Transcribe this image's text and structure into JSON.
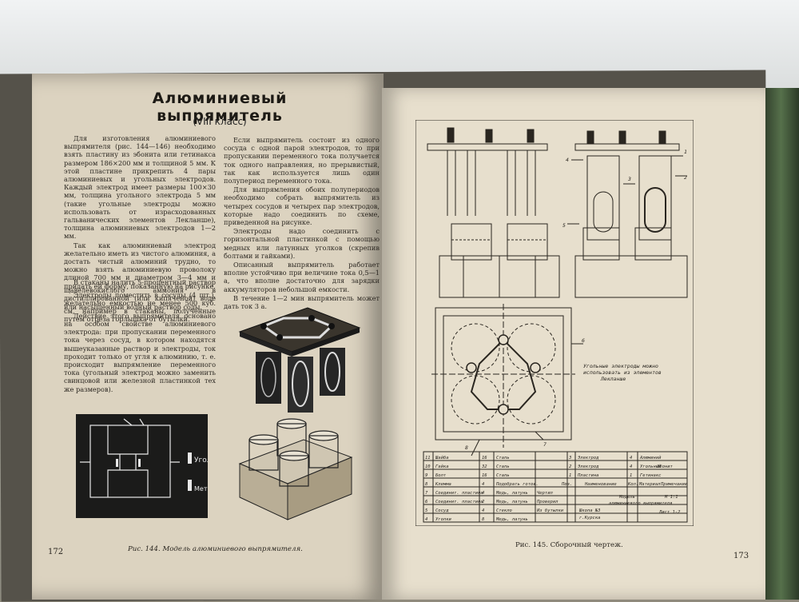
{
  "left_page": {
    "title": "Алюминиевый выпрямитель",
    "class_label": "(VIII класс)",
    "col1": [
      "Для изготовления алюминиевого выпрямителя (рис. 144—146) необходимо взять пластину из эбонита или гетинакса размером 186×200 мм и толщиной 5 мм. К этой пластине прикрепить 4 пары алюминиевых и угольных электродов. Каждый электрод имеет размеры 100×30 мм, толщина угольного электрода 5 мм (такие угольные электроды можно использовать от израсходованных гальванических элементов Лекланше), толщина алюминиевых электродов 1—2 мм.",
      "Так как алюминиевый электрод желательно иметь из чистого алюминия, а достать чистый алюминий трудно, то можно взять алюминиевую проволоку длиной 700 мм и диаметром 3—4 мм и придать ей форму, показанную на рисунке.",
      "Электроды поместить в сосуды (4 шт.), желательно емкостью не менее 500 куб. см, например в стаканы, полученные путем отреза горлышка от бутылки."
    ],
    "col2": [
      "Если выпрямитель состоит из одного сосуда с одной парой электродов, то при пропускании переменного тока получается ток одного направления, но прерывистый, так как используется лишь один полупериод переменного тока.",
      "Для выпрямления обоих полупериодов необходимо собрать выпрямитель из четырех сосудов и четырех пар электродов, которые надо соединить по схеме, приведенной на рисунке.",
      "Электроды надо соединить с горизонтальной пластинкой с помощью медных или латунных уголков (скрепив болтами и гайками).",
      "Описанный выпрямитель работает вполне устойчиво при величине тока 0,5—1 а, что вполне достаточно для зарядки аккумуляторов небольшой емкости.",
      "В течение 1—2 мин выпрямитель может дать ток 3 а."
    ],
    "col3": [
      "В стаканы налить 5-процентный раствор щавелевокислого аммония в дистиллированной (или кипяченой) воде или насыщенный водный раствор соды.",
      "Действие этого выпрямителя основано на особом свойстве алюминиевого электрода: при пропускании переменного тока через сосуд, в котором находятся вышеуказанные раствор и электроды, ток проходит только от угля к алюминию, т. е. происходит выпрямление переменного тока (угольный электрод можно заменить свинцовой или железной пластинкой тех же размеров)."
    ],
    "schematic_labels": {
      "ugol": "Уголь",
      "metall": "Металл"
    },
    "caption": "Рис. 144. Модель алюминиевого выпрямителя.",
    "page_number": "172"
  },
  "right_page": {
    "callouts": [
      "1",
      "2",
      "3",
      "4",
      "5",
      "6",
      "7",
      "8"
    ],
    "note": [
      "Угольные электроды можно",
      "использовать из элементов",
      "Лекланше"
    ],
    "bom_left": [
      {
        "pos": "11",
        "name": "Шайба",
        "qty": "16",
        "mat": "Сталь"
      },
      {
        "pos": "10",
        "name": "Гайка",
        "qty": "32",
        "mat": "Сталь"
      },
      {
        "pos": "9",
        "name": "Болт",
        "qty": "16",
        "mat": "Сталь"
      },
      {
        "pos": "8",
        "name": "Клемма",
        "qty": "4",
        "mat": "Подобрать готов."
      },
      {
        "pos": "7",
        "name": "Соединит. пластина",
        "qty": "4",
        "mat": "Медь, латунь"
      },
      {
        "pos": "6",
        "name": "Соединит. пластина",
        "qty": "2",
        "mat": "Медь, латунь"
      },
      {
        "pos": "5",
        "name": "Сосуд",
        "qty": "4",
        "mat": "Стекло"
      },
      {
        "pos": "4",
        "name": "Уголки",
        "qty": "8",
        "mat": "Медь, латунь"
      }
    ],
    "bom_mid": [
      {
        "pos": "3",
        "name": "Электрод",
        "qty": "4",
        "mat": "Алюминий"
      },
      {
        "pos": "2",
        "name": "Электрод",
        "qty": "4",
        "mat": "Угольный"
      },
      {
        "pos": "1",
        "name": "Пластина",
        "qty": "1",
        "mat": "Гетинакс"
      }
    ],
    "bom_extra": [
      "Эбонит",
      "Из бутылки"
    ],
    "bom_headers": [
      "Поз.",
      "Наименование",
      "Кол.",
      "Материал",
      "Примечание"
    ],
    "stamp": {
      "drew": "Чертил",
      "checked": "Проверил",
      "school": "Школа №3",
      "city": "г.Курска",
      "model": "Модель",
      "model_name": "алюминиевого выпрямителя",
      "scale": "М 1:1",
      "sheet": "Лист 1-2"
    },
    "caption": "Рис. 145. Сборочный чертеж.",
    "page_number": "173"
  },
  "colors": {
    "left_paper": "#dcd3c0",
    "right_paper": "#e7dfcd",
    "ink": "#2a2620"
  }
}
